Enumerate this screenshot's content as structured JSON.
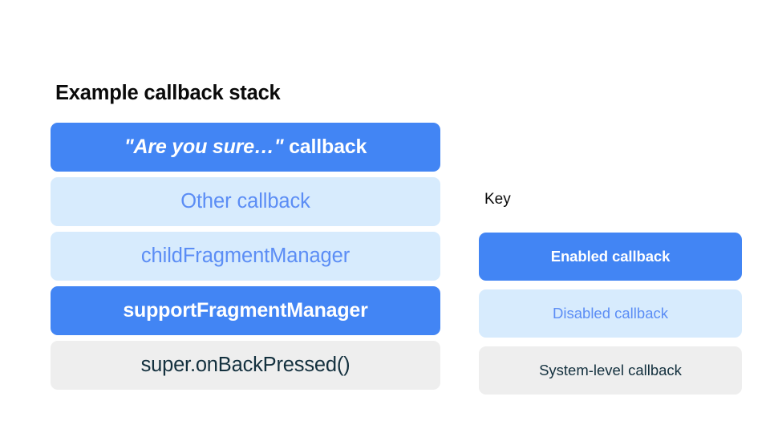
{
  "diagram": {
    "background_color": "#FFFFFF",
    "styles": {
      "enabled": {
        "fill": "#4285F4",
        "text_color": "#FFFFFF"
      },
      "disabled": {
        "fill": "#D7EBFD",
        "text_color": "#5B8DF5"
      },
      "system": {
        "fill": "#EEEEEE",
        "text_color": "#13303E"
      }
    }
  },
  "stack": {
    "title": "Example callback stack",
    "items": [
      {
        "label_quoted": "\"Are you sure…\"",
        "label_rest": " callback",
        "style": "enabled"
      },
      {
        "label": "Other callback",
        "style": "disabled"
      },
      {
        "label": "childFragmentManager",
        "style": "disabled"
      },
      {
        "label": "supportFragmentManager",
        "style": "enabled"
      },
      {
        "label": "super.onBackPressed()",
        "style": "system"
      }
    ]
  },
  "key": {
    "title": "Key",
    "items": [
      {
        "label": "Enabled callback",
        "style": "enabled"
      },
      {
        "label": "Disabled callback",
        "style": "disabled"
      },
      {
        "label": "System-level callback",
        "style": "system"
      }
    ]
  }
}
